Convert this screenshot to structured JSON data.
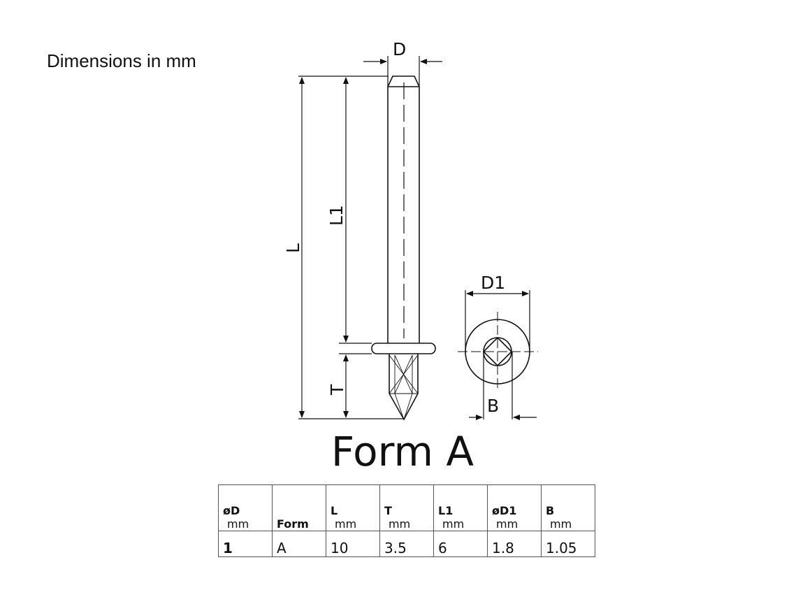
{
  "caption": "Dimensions in mm",
  "drawing": {
    "labels": {
      "D": "D",
      "L": "L",
      "L1": "L1",
      "T": "T",
      "D1": "D1",
      "B": "B"
    }
  },
  "title": "Form A",
  "table": {
    "headers": [
      {
        "symbol": "øD",
        "unit": "mm"
      },
      {
        "symbol": "Form",
        "unit": ""
      },
      {
        "symbol": "L",
        "unit": "mm"
      },
      {
        "symbol": "T",
        "unit": "mm"
      },
      {
        "symbol": "L1",
        "unit": "mm"
      },
      {
        "symbol": "øD1",
        "unit": "mm"
      },
      {
        "symbol": "B",
        "unit": "mm"
      }
    ],
    "row": [
      "1",
      "A",
      "10",
      "3.5",
      "6",
      "1.8",
      "1.05"
    ]
  }
}
